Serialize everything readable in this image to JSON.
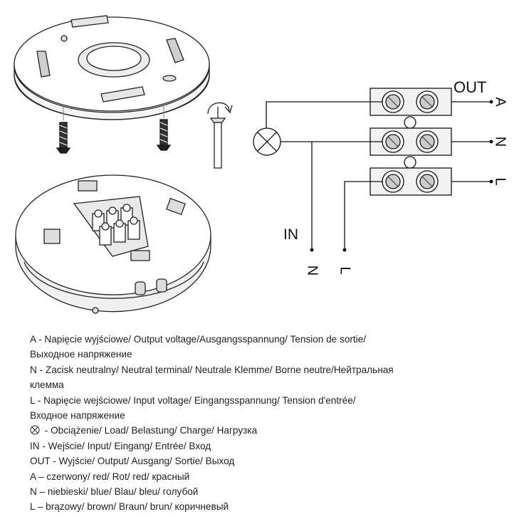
{
  "diagram": {
    "out_label": "OUT",
    "in_label": "IN",
    "terminal_a": "A",
    "terminal_n": "N",
    "terminal_l": "L",
    "supply_n": "N",
    "supply_l": "L"
  },
  "legend": {
    "lines": [
      "A - Napięcie wyjściowe/ Output voltage/Ausgangsspannung/  Tension de sortie/",
      "Выходное напряжение",
      "N - Zacisk neutralny/ Neutral terminal/ Neutrale Klemme/ Borne neutre/Нейтральная",
      "клемма",
      "L - Napięcie wejściowe/ Input voltage/ Eingangsspannung/ Tension d'entrée/",
      "Входное напряжение"
    ],
    "load_text": " - Obciążenie/ Load/ Belastung/ Charge/ Нагрузка",
    "lines2": [
      "IN - Wejście/ Input/ Eingang/ Entrée/ Вход",
      "OUT - Wyjście/ Output/ Ausgang/ Sortie/ Выход",
      "A – czerwony/ red/ Rot/ red/ красный",
      "N – niebieski/ blue/ Blau/ bleu/ голубой",
      "L – brązowy/ brown/ Braun/ brun/ коричневый"
    ]
  }
}
